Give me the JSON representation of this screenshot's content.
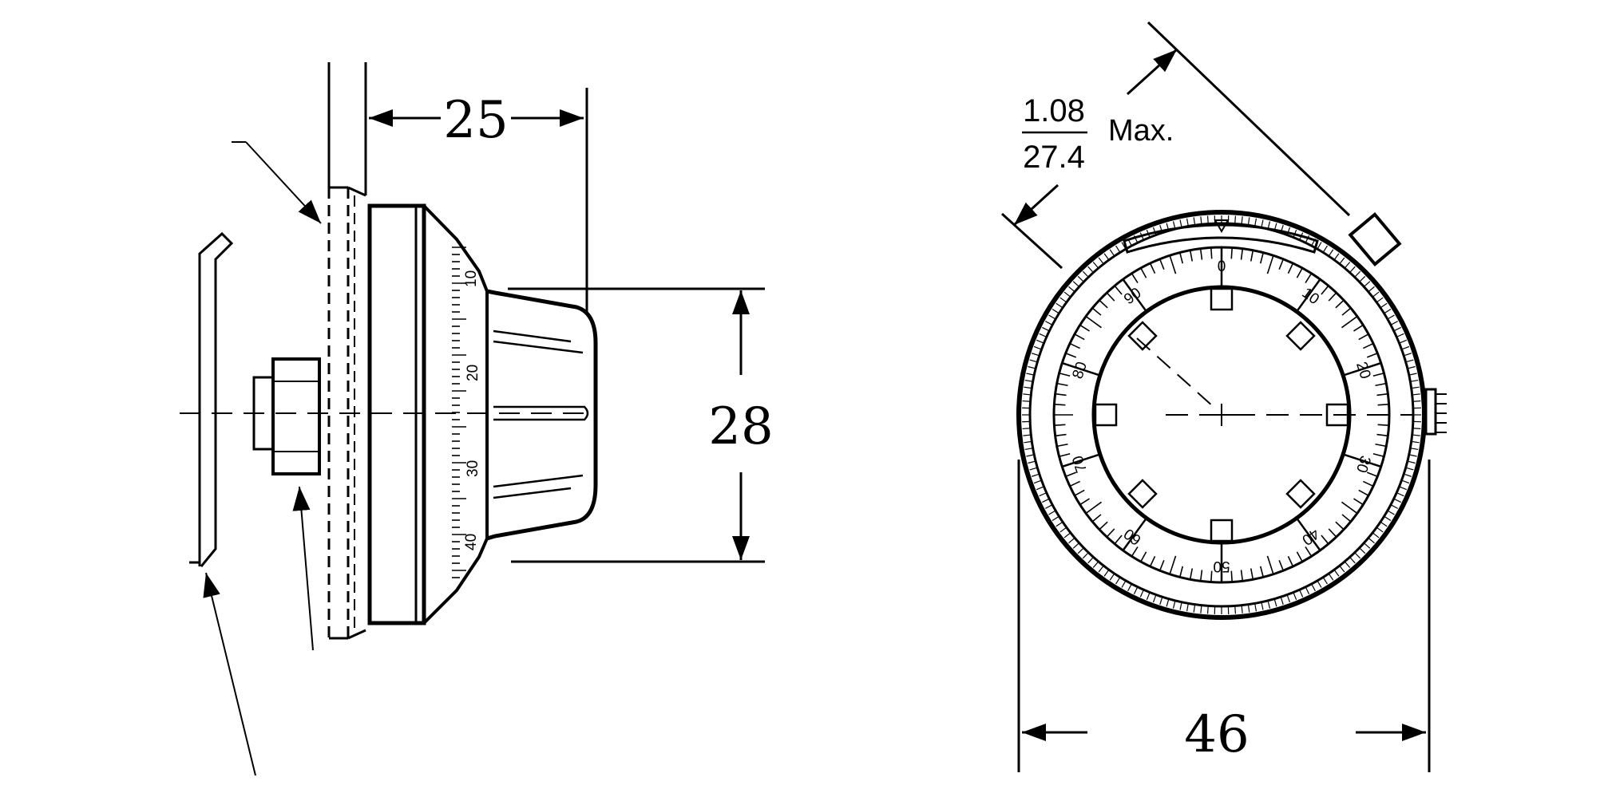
{
  "dimensions": {
    "depth": "25",
    "knob_height": "28",
    "diameter": "46",
    "clearance_in": "1.08",
    "clearance_mm": "27.4",
    "clearance_suffix": "Max."
  },
  "dial": {
    "numbers": [
      "0",
      "10",
      "20",
      "30",
      "40",
      "50",
      "60",
      "70",
      "80",
      "90"
    ]
  },
  "side_dial_numbers": [
    "10",
    "20",
    "30",
    "40"
  ]
}
